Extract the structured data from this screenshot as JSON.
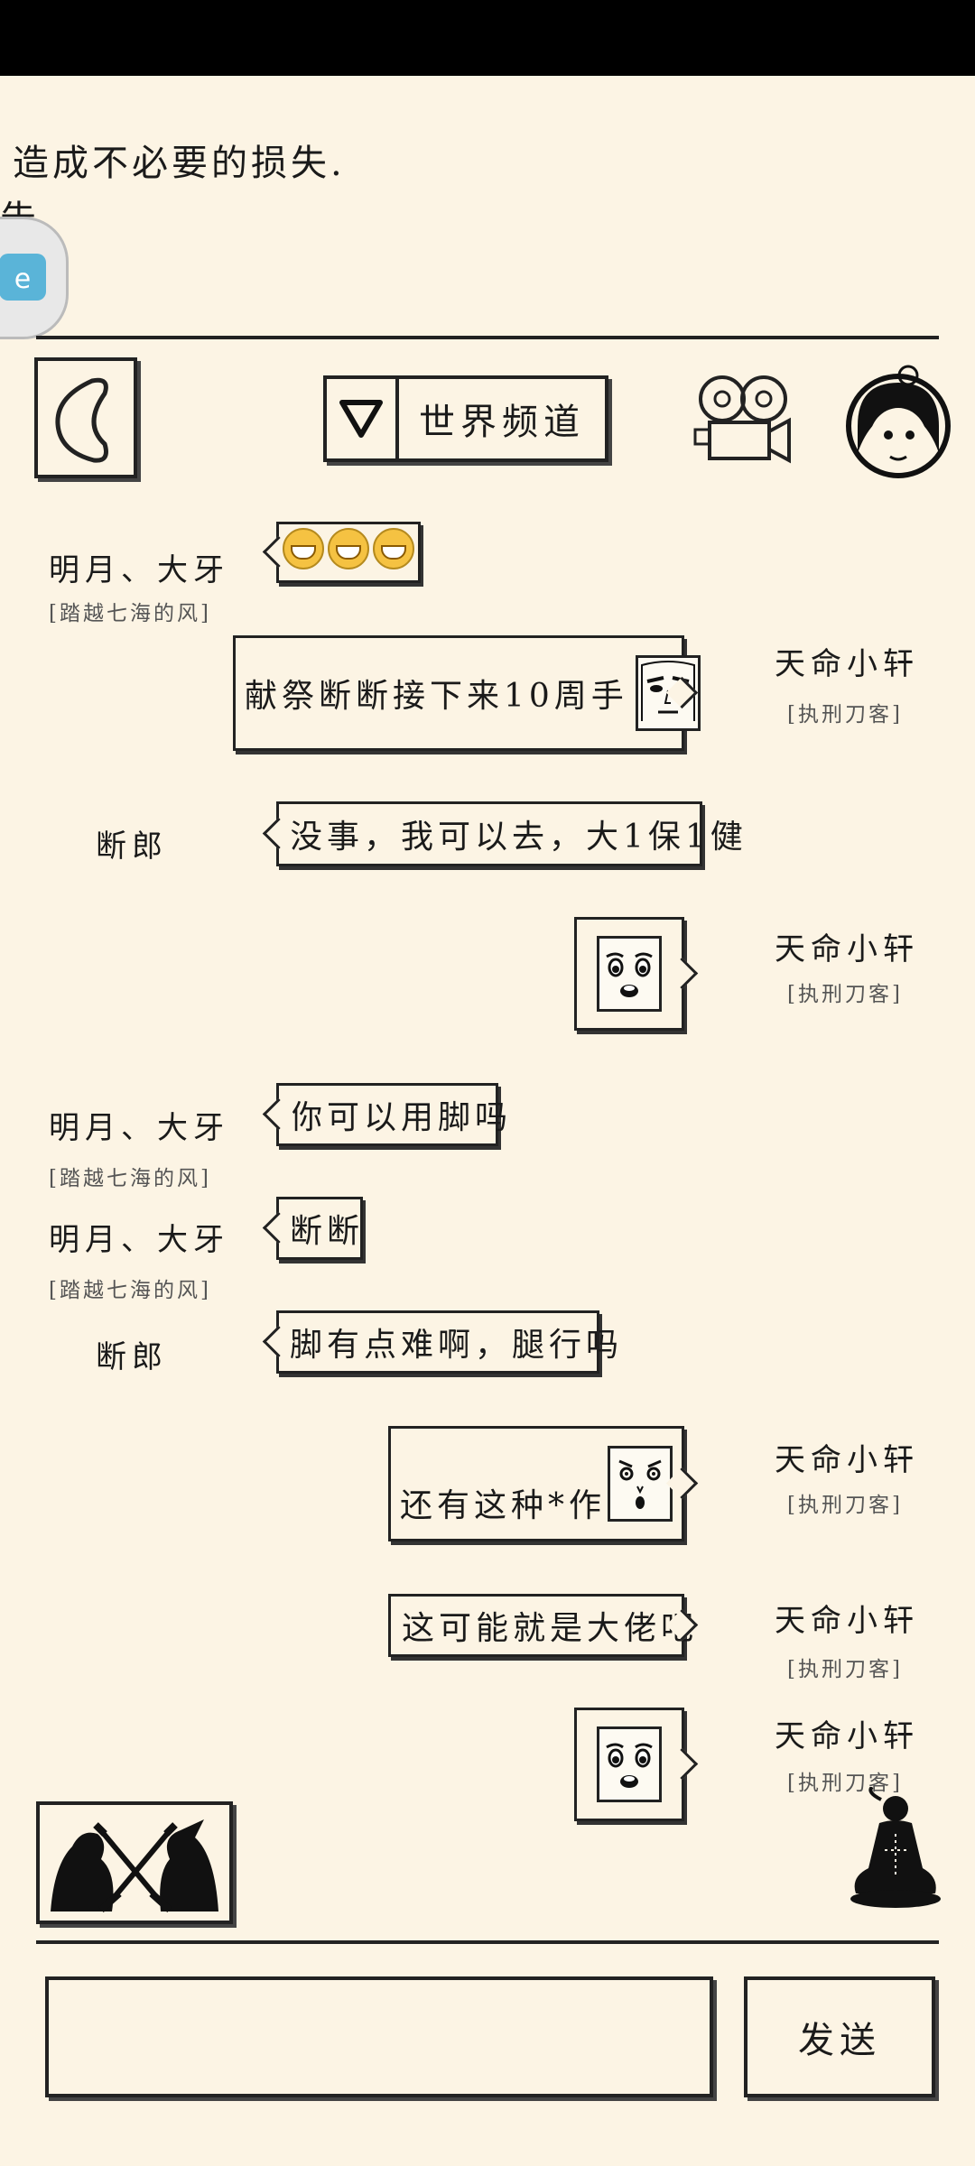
{
  "notice": {
    "line1": "造成不必要的损失.",
    "line2": "告."
  },
  "header": {
    "channel_label": "世界频道"
  },
  "messages": [
    {
      "side": "left",
      "name": "明月、大牙",
      "title": "[踏越七海的风]",
      "text": "",
      "sticker": "emoji-grins"
    },
    {
      "side": "right",
      "name": "天命小轩",
      "title": "[执刑刀客]",
      "text": "献祭断断接下来10周手",
      "sticker": "stern-face"
    },
    {
      "side": "left",
      "name": "断郎",
      "title": "",
      "text": "没事，我可以去，大1保1健",
      "sticker": ""
    },
    {
      "side": "right",
      "name": "天命小轩",
      "title": "[执刑刀客]",
      "text": "",
      "sticker": "surprised-face"
    },
    {
      "side": "left",
      "name": "明月、大牙",
      "title": "[踏越七海的风]",
      "text": "你可以用脚吗",
      "sticker": ""
    },
    {
      "side": "left",
      "name": "明月、大牙",
      "title": "[踏越七海的风]",
      "text": "断断",
      "sticker": ""
    },
    {
      "side": "left",
      "name": "断郎",
      "title": "",
      "text": "脚有点难啊，腿行吗",
      "sticker": ""
    },
    {
      "side": "right",
      "name": "天命小轩",
      "title": "[执刑刀客]",
      "text": "还有这种*作",
      "sticker": "shocked-face"
    },
    {
      "side": "right",
      "name": "天命小轩",
      "title": "[执刑刀客]",
      "text": "这可能就是大佬吧",
      "sticker": ""
    },
    {
      "side": "right",
      "name": "天命小轩",
      "title": "[执刑刀客]",
      "text": "",
      "sticker": "surprised-face"
    }
  ],
  "input": {
    "value": "",
    "send_label": "发送"
  },
  "icons": {
    "back": "back-arrow-icon",
    "dropdown": "triangle-down-icon",
    "camera": "movie-camera-icon",
    "avatar": "girl-avatar-icon",
    "pvp": "crossed-swords-icon",
    "meditate": "meditating-figure-icon"
  }
}
